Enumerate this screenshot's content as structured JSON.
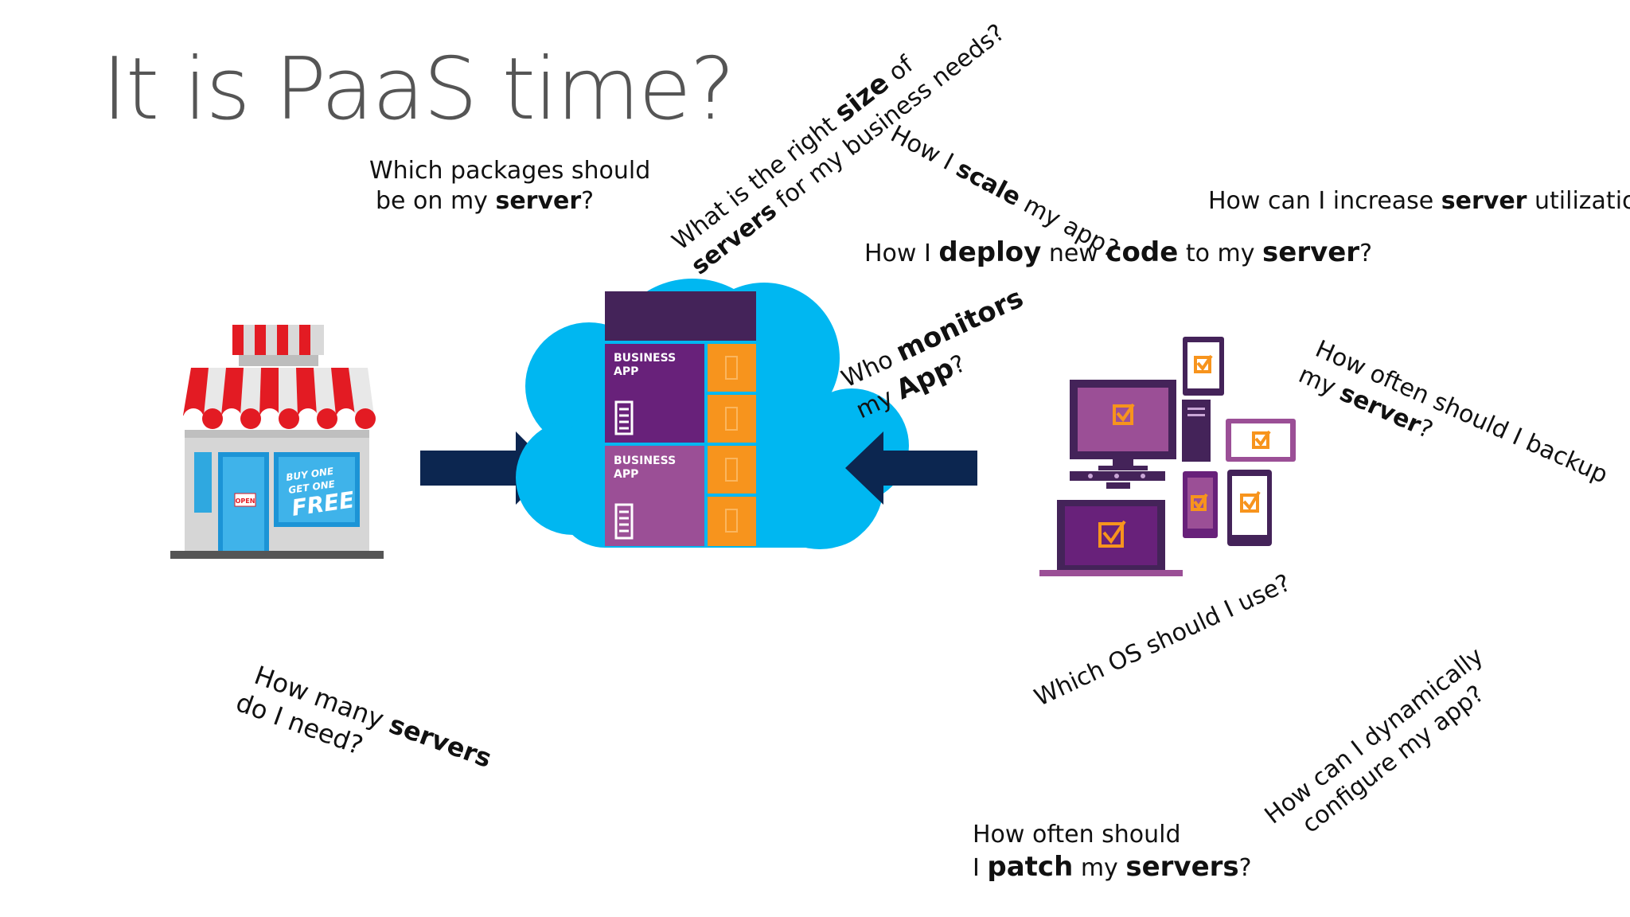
{
  "slide": {
    "title": "It is PaaS time?"
  },
  "questions": {
    "packages": {
      "line1": "Which packages should",
      "line2_pre": "be on my ",
      "line2_bold": "server",
      "line2_post": "?"
    },
    "size": {
      "line1_pre": "What is the right ",
      "line1_bold": "size",
      "line1_post": " of",
      "line2_bold": "servers",
      "line2_post": " for my business needs?"
    },
    "scale": {
      "pre": "How I ",
      "bold": "scale",
      "post": " my app?"
    },
    "utilization": {
      "pre": "How can I increase ",
      "bold": "server",
      "post": " utilization?"
    },
    "deploy": {
      "pre": "How I ",
      "bold1": "deploy",
      "mid1": " new ",
      "bold2": "code",
      "mid2": " to my ",
      "bold3": "server",
      "post": "?"
    },
    "monitors": {
      "line1_pre": "Who ",
      "line1_bold": "monitors",
      "line2_pre": "my ",
      "line2_bold": "App",
      "line2_post": "?"
    },
    "backup": {
      "line1": "How often should I backup",
      "line2_pre": "my ",
      "line2_bold": "server",
      "line2_post": "?"
    },
    "how_many": {
      "line1_pre": "How many ",
      "line1_bold": "servers",
      "line2": "do I need?"
    },
    "os": {
      "text": "Which OS should I use?"
    },
    "configure": {
      "line1": "How can I dynamically",
      "line2": "configure my app?"
    },
    "patch": {
      "line1": "How often should",
      "line2_pre": "I ",
      "line2_bold": "patch",
      "line2_mid": " my ",
      "line2_bold2": "servers",
      "line2_post": "?"
    }
  },
  "cloud": {
    "tile_top_label": "BUSINESS\nAPP",
    "tile_bottom_label": "BUSINESS\nAPP",
    "tile_label_line1": "BUSINESS",
    "tile_label_line2": "APP"
  },
  "store": {
    "sign_line1": "BUY ONE",
    "sign_line2": "GET ONE",
    "sign_line3": "FREE",
    "door_sign": "OPEN"
  },
  "colors": {
    "cloud": "#00b7f1",
    "purple_dark": "#442359",
    "purple": "#68217a",
    "purple_light": "#9b4f96",
    "orange": "#f7941d",
    "arrow": "#0c2650",
    "awning_red": "#e31b23"
  }
}
